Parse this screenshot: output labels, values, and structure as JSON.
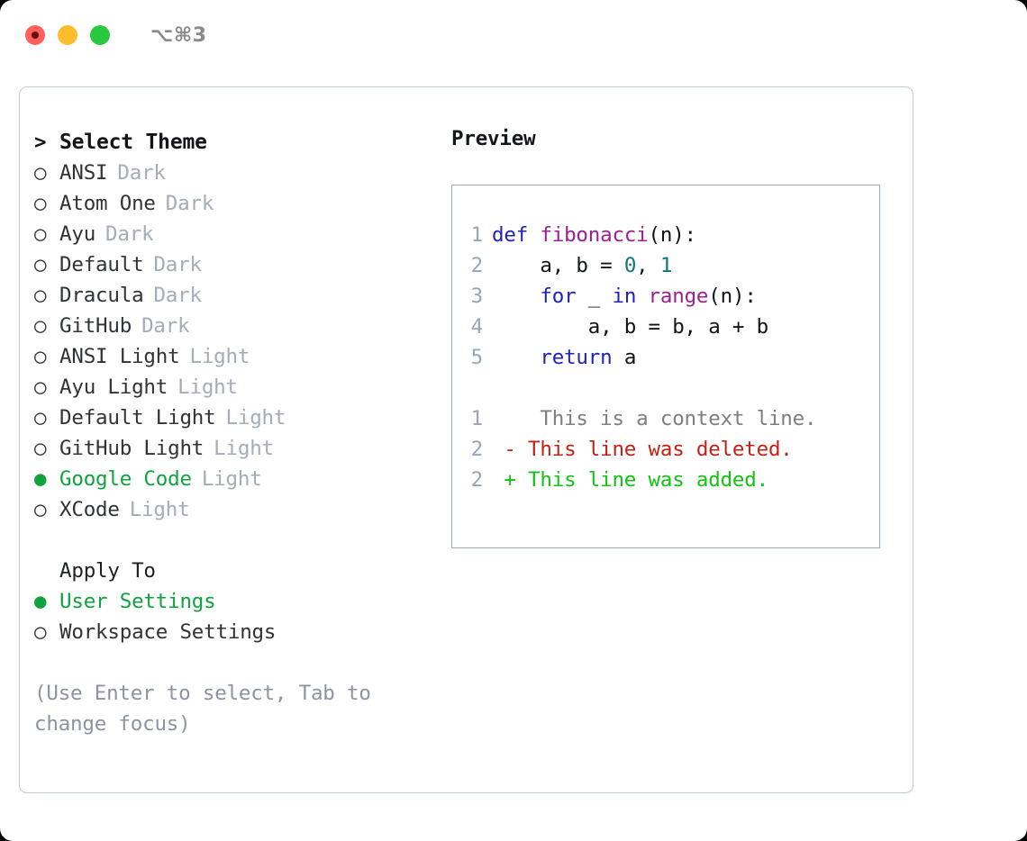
{
  "titlebar": {
    "shortcut_label": "⌥⌘3",
    "lights": [
      {
        "name": "close",
        "color": "#ff605c",
        "has_inner_dot": true
      },
      {
        "name": "minimize",
        "color": "#ffbd2e",
        "has_inner_dot": false
      },
      {
        "name": "maximize",
        "color": "#28c840",
        "has_inner_dot": false
      }
    ]
  },
  "theme_list": {
    "header_marker": ">",
    "header": "Select Theme",
    "unselected_marker": "○",
    "selected_marker": "●",
    "items": [
      {
        "name": "ANSI",
        "variant": "Dark",
        "selected": false
      },
      {
        "name": "Atom One",
        "variant": "Dark",
        "selected": false
      },
      {
        "name": "Ayu",
        "variant": "Dark",
        "selected": false
      },
      {
        "name": "Default",
        "variant": "Dark",
        "selected": false
      },
      {
        "name": "Dracula",
        "variant": "Dark",
        "selected": false
      },
      {
        "name": "GitHub",
        "variant": "Dark",
        "selected": false
      },
      {
        "name": "ANSI Light",
        "variant": "Light",
        "selected": false
      },
      {
        "name": "Ayu Light",
        "variant": "Light",
        "selected": false
      },
      {
        "name": "Default Light",
        "variant": "Light",
        "selected": false
      },
      {
        "name": "GitHub Light",
        "variant": "Light",
        "selected": false
      },
      {
        "name": "Google Code",
        "variant": "Light",
        "selected": true
      },
      {
        "name": "XCode",
        "variant": "Light",
        "selected": false
      }
    ]
  },
  "apply_to": {
    "header": "Apply To",
    "options": [
      {
        "name": "User Settings",
        "selected": true
      },
      {
        "name": "Workspace Settings",
        "selected": false
      }
    ]
  },
  "hint": "(Use Enter to select, Tab to change focus)",
  "preview": {
    "title": "Preview",
    "code_lines": [
      {
        "no": "1",
        "tokens": [
          {
            "t": "def ",
            "c": "kw"
          },
          {
            "t": "fibonacci",
            "c": "fn"
          },
          {
            "t": "(n):",
            "c": "plain"
          }
        ]
      },
      {
        "no": "2",
        "tokens": [
          {
            "t": "    a, b = ",
            "c": "plain"
          },
          {
            "t": "0",
            "c": "num"
          },
          {
            "t": ", ",
            "c": "plain"
          },
          {
            "t": "1",
            "c": "num"
          }
        ]
      },
      {
        "no": "3",
        "tokens": [
          {
            "t": "    ",
            "c": "plain"
          },
          {
            "t": "for",
            "c": "kw"
          },
          {
            "t": " _ ",
            "c": "plain"
          },
          {
            "t": "in",
            "c": "kw"
          },
          {
            "t": " ",
            "c": "plain"
          },
          {
            "t": "range",
            "c": "fn"
          },
          {
            "t": "(n):",
            "c": "plain"
          }
        ]
      },
      {
        "no": "4",
        "tokens": [
          {
            "t": "        a, b = b, a + b",
            "c": "plain"
          }
        ]
      },
      {
        "no": "5",
        "tokens": [
          {
            "t": "    ",
            "c": "plain"
          },
          {
            "t": "return",
            "c": "kw"
          },
          {
            "t": " a",
            "c": "plain"
          }
        ]
      }
    ],
    "diff_lines": [
      {
        "no": "1",
        "marker": " ",
        "text": "  This is a context line.",
        "kind": "ctx"
      },
      {
        "no": "2",
        "marker": "-",
        "text": " This line was deleted.",
        "kind": "del"
      },
      {
        "no": "2",
        "marker": "+",
        "text": " This line was added.",
        "kind": "add"
      }
    ]
  },
  "colors": {
    "accent_green": "#10a23c",
    "muted_grey": "#a3acb9",
    "hint_grey": "#8b94a3",
    "keyword_blue": "#2020c0",
    "function_purple": "#9c1f92",
    "number_teal": "#0d7878",
    "diff_delete_red": "#c42113",
    "diff_add_green": "#12c412",
    "panel_border": "#c3cad4",
    "preview_border": "#9fabba"
  }
}
